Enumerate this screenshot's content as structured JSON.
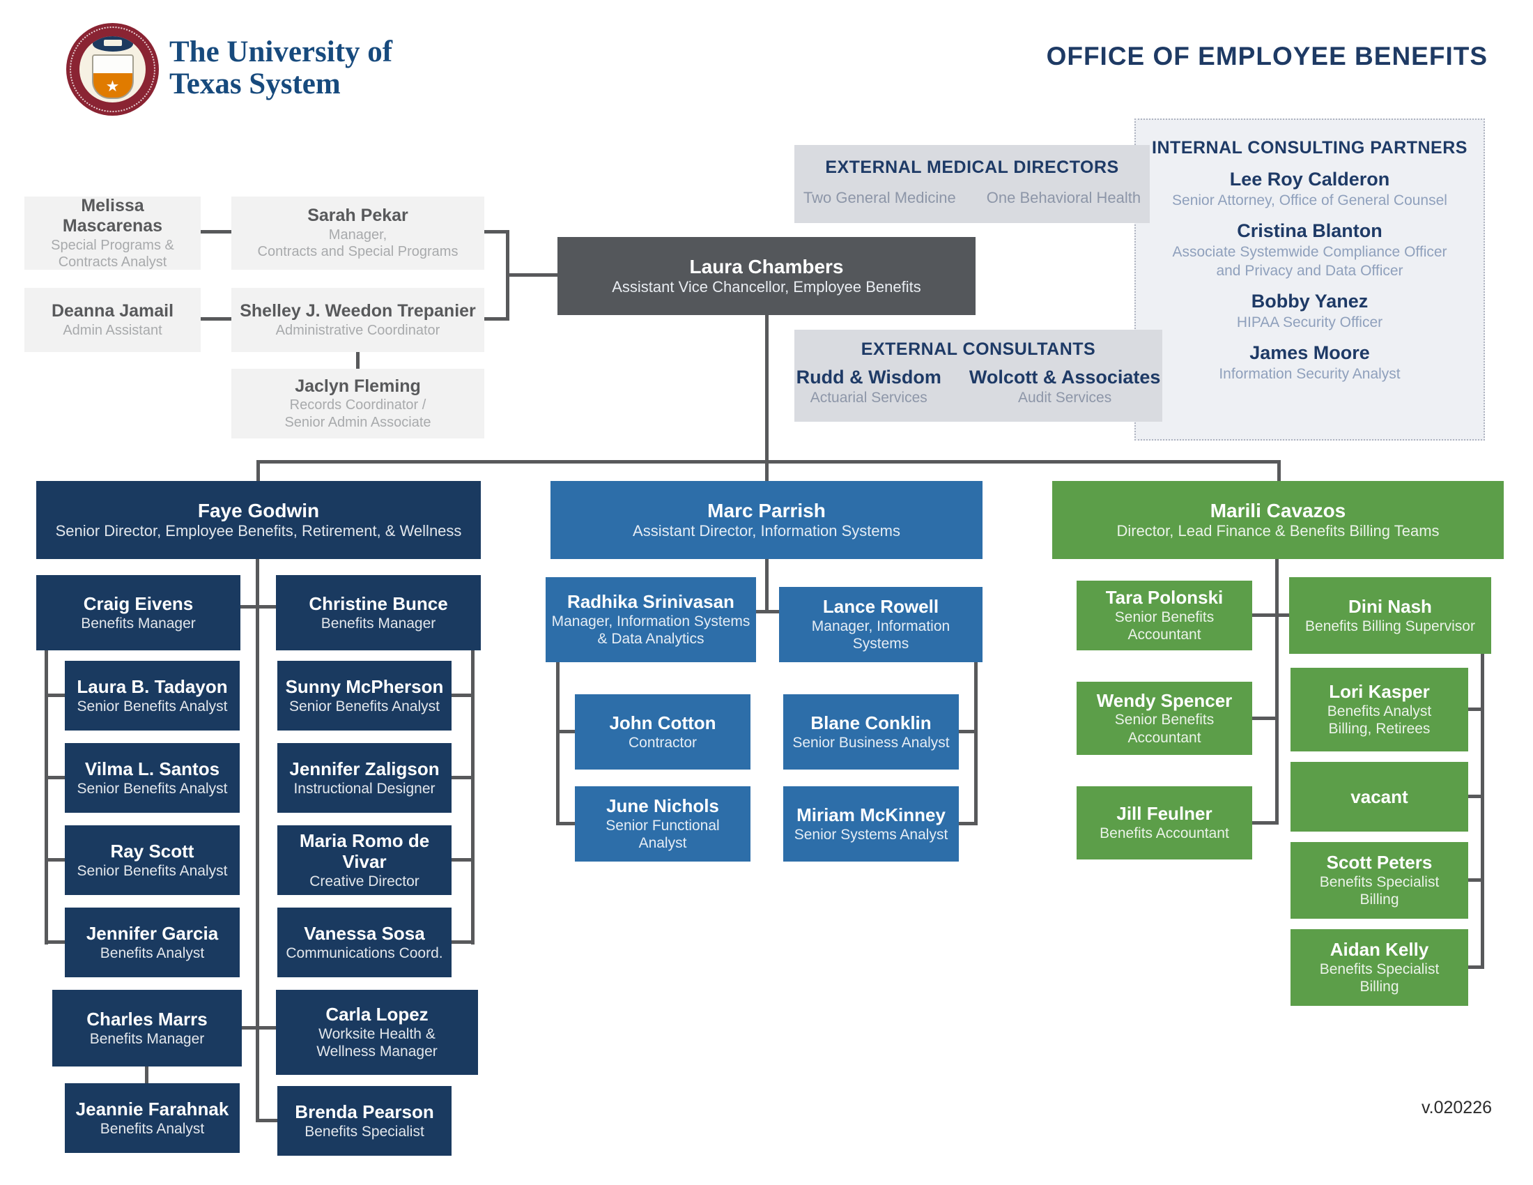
{
  "header": {
    "seal_label": "University of Texas seal",
    "wordmark_line1": "The University of",
    "wordmark_line2": "Texas System",
    "page_title": "OFFICE OF EMPLOYEE BENEFITS"
  },
  "colors": {
    "navy": "#1a3a60",
    "blue": "#2d6ea9",
    "green": "#5c9e49",
    "executive_gray": "#54575b",
    "panel_gray": "#d9dbe0",
    "light_panel": "#eef0f4",
    "connector": "#58595b",
    "title_navy": "#1e3a64",
    "seal_maroon": "#8a2433"
  },
  "admin_cluster": {
    "melissa": {
      "name": "Melissa Mascarenas",
      "title": "Special Programs &\nContracts Analyst"
    },
    "sarah": {
      "name": "Sarah Pekar",
      "title": "Manager,\nContracts and Special Programs"
    },
    "deanna": {
      "name": "Deanna Jamail",
      "title": "Admin Assistant"
    },
    "shelley": {
      "name": "Shelley J. Weedon Trepanier",
      "title": "Administrative Coordinator"
    },
    "jaclyn": {
      "name": "Jaclyn Fleming",
      "title": "Records Coordinator /\nSenior Admin Associate"
    }
  },
  "executive": {
    "name": "Laura Chambers",
    "title": "Assistant Vice Chancellor, Employee Benefits"
  },
  "panels": {
    "external_medical": {
      "title": "EXTERNAL MEDICAL DIRECTORS",
      "item1": "Two General Medicine",
      "item2": "One Behavioral Health"
    },
    "external_consultants": {
      "title": "EXTERNAL CONSULTANTS",
      "entries": [
        {
          "name": "Rudd & Wisdom",
          "title": "Actuarial Services"
        },
        {
          "name": "Wolcott & Associates",
          "title": "Audit Services"
        }
      ]
    },
    "internal_consulting": {
      "title": "INTERNAL CONSULTING PARTNERS",
      "entries": [
        {
          "name": "Lee Roy Calderon",
          "title": "Senior Attorney, Office of General Counsel"
        },
        {
          "name": "Cristina Blanton",
          "title": "Associate Systemwide Compliance Officer\nand Privacy and Data Officer"
        },
        {
          "name": "Bobby Yanez",
          "title": "HIPAA Security Officer"
        },
        {
          "name": "James Moore",
          "title": "Information Security Analyst"
        }
      ]
    }
  },
  "branches": {
    "benefits": {
      "head": {
        "name": "Faye Godwin",
        "title": "Senior Director, Employee Benefits, Retirement, & Wellness"
      },
      "craig": {
        "name": "Craig Eivens",
        "title": "Benefits Manager"
      },
      "christine": {
        "name": "Christine Bunce",
        "title": "Benefits Manager"
      },
      "tadayon": {
        "name": "Laura B. Tadayon",
        "title": "Senior Benefits Analyst"
      },
      "sunny": {
        "name": "Sunny McPherson",
        "title": "Senior Benefits Analyst"
      },
      "vilma": {
        "name": "Vilma L. Santos",
        "title": "Senior Benefits Analyst"
      },
      "zaligson": {
        "name": "Jennifer Zaligson",
        "title": "Instructional Designer"
      },
      "ray": {
        "name": "Ray Scott",
        "title": "Senior Benefits Analyst"
      },
      "maria": {
        "name": "Maria Romo de Vivar",
        "title": "Creative Director"
      },
      "garcia": {
        "name": "Jennifer Garcia",
        "title": "Benefits Analyst"
      },
      "vanessa": {
        "name": "Vanessa Sosa",
        "title": "Communications Coord."
      },
      "charles": {
        "name": "Charles Marrs",
        "title": "Benefits Manager"
      },
      "carla": {
        "name": "Carla Lopez",
        "title": "Worksite Health &\nWellness Manager"
      },
      "jeannie": {
        "name": "Jeannie Farahnak",
        "title": "Benefits Analyst"
      },
      "brenda": {
        "name": "Brenda Pearson",
        "title": "Benefits Specialist"
      }
    },
    "information_systems": {
      "head": {
        "name": "Marc Parrish",
        "title": "Assistant Director, Information Systems"
      },
      "radhika": {
        "name": "Radhika Srinivasan",
        "title": "Manager, Information Systems\n& Data Analytics"
      },
      "lance": {
        "name": "Lance Rowell",
        "title": "Manager, Information Systems"
      },
      "john": {
        "name": "John Cotton",
        "title": "Contractor"
      },
      "june": {
        "name": "June Nichols",
        "title": "Senior Functional Analyst"
      },
      "blane": {
        "name": "Blane Conklin",
        "title": "Senior Business Analyst"
      },
      "miriam": {
        "name": "Miriam McKinney",
        "title": "Senior Systems Analyst"
      }
    },
    "finance_billing": {
      "head": {
        "name": "Marili Cavazos",
        "title": "Director, Lead Finance & Benefits Billing Teams"
      },
      "tara": {
        "name": "Tara Polonski",
        "title": "Senior Benefits Accountant"
      },
      "dini": {
        "name": "Dini Nash",
        "title": "Benefits Billing Supervisor"
      },
      "wendy": {
        "name": "Wendy Spencer",
        "title": "Senior Benefits Accountant"
      },
      "lori": {
        "name": "Lori Kasper",
        "title": "Benefits Analyst\nBilling, Retirees"
      },
      "jill": {
        "name": "Jill Feulner",
        "title": "Benefits Accountant"
      },
      "vacant": {
        "name": "vacant",
        "title": ""
      },
      "scott": {
        "name": "Scott Peters",
        "title": "Benefits Specialist\nBilling"
      },
      "aidan": {
        "name": "Aidan Kelly",
        "title": "Benefits Specialist\nBilling"
      }
    }
  },
  "footer": {
    "version": "v.020226"
  }
}
